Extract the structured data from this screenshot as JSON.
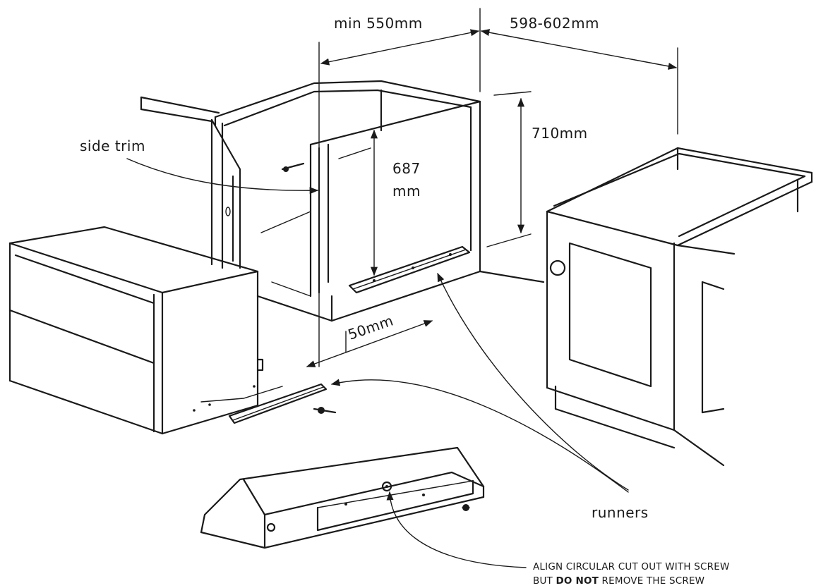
{
  "dimensions": {
    "depth": "min 550mm",
    "width": "598-602mm",
    "cavity_height": "710mm",
    "inner_height_value": "687",
    "inner_height_unit": "mm",
    "offset": "50mm"
  },
  "labels": {
    "side_trim": "side trim",
    "runners": "runners"
  },
  "instruction": {
    "line1": "ALIGN CIRCULAR CUT OUT WITH SCREW",
    "line2_prefix": "BUT ",
    "line2_bold": "DO NOT",
    "line2_suffix": " REMOVE THE SCREW"
  }
}
